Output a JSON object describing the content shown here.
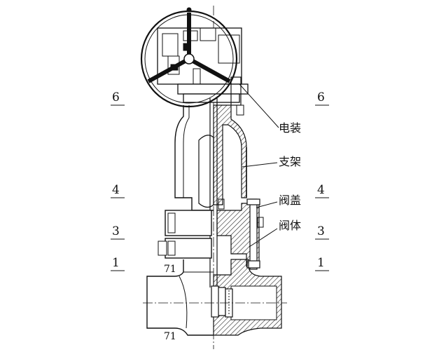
{
  "levels_left": [
    {
      "num": "6"
    },
    {
      "num": "4"
    },
    {
      "num": "3"
    },
    {
      "num": "1"
    }
  ],
  "levels_right": [
    {
      "num": "6"
    },
    {
      "num": "4"
    },
    {
      "num": "3"
    },
    {
      "num": "1"
    }
  ],
  "callouts": {
    "actuator": "电装",
    "bracket": "支架",
    "bonnet": "阀盖",
    "body": "阀体"
  },
  "marks": {
    "upper": "71",
    "lower": "71"
  }
}
